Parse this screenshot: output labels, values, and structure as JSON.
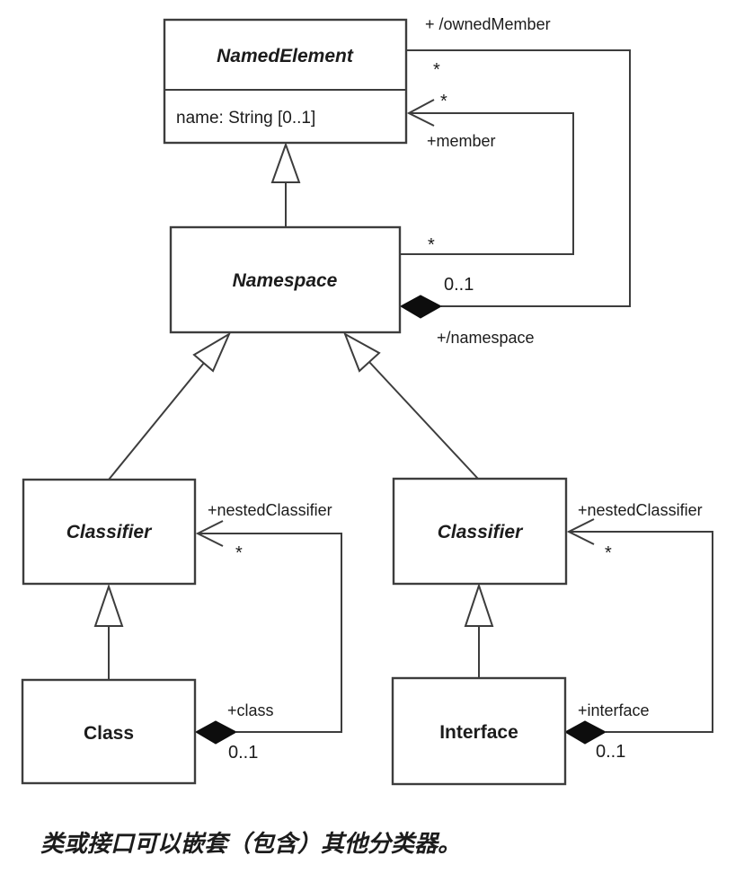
{
  "diagram": {
    "classes": {
      "named_element": {
        "name": "NamedElement",
        "attribute": "name: String [0..1]",
        "abstract": true
      },
      "namespace": {
        "name": "Namespace",
        "abstract": true
      },
      "classifier_left": {
        "name": "Classifier",
        "abstract": true
      },
      "classifier_right": {
        "name": "Classifier",
        "abstract": true
      },
      "class": {
        "name": "Class",
        "abstract": false
      },
      "interface": {
        "name": "Interface",
        "abstract": false
      }
    },
    "labels": {
      "owned_member": "+ /ownedMember",
      "owned_member_mult": "*",
      "member_mult": "*",
      "member": "+member",
      "member_namespace_mult": "*",
      "namespace_mult": "0..1",
      "namespace_role": "+/namespace",
      "nested_classifier_left": "+nestedClassifier",
      "nested_classifier_left_mult": "*",
      "class_role": "+class",
      "class_mult": "0..1",
      "nested_classifier_right": "+nestedClassifier",
      "nested_classifier_right_mult": "*",
      "interface_role": "+interface",
      "interface_mult": "0..1"
    },
    "caption": "类或接口可以嵌套（包含）其他分类器。",
    "colors": {
      "line": "#3d3d3d",
      "text": "#1c1c1c",
      "diamond": "#0d0d0d",
      "background": "#ffffff"
    }
  }
}
